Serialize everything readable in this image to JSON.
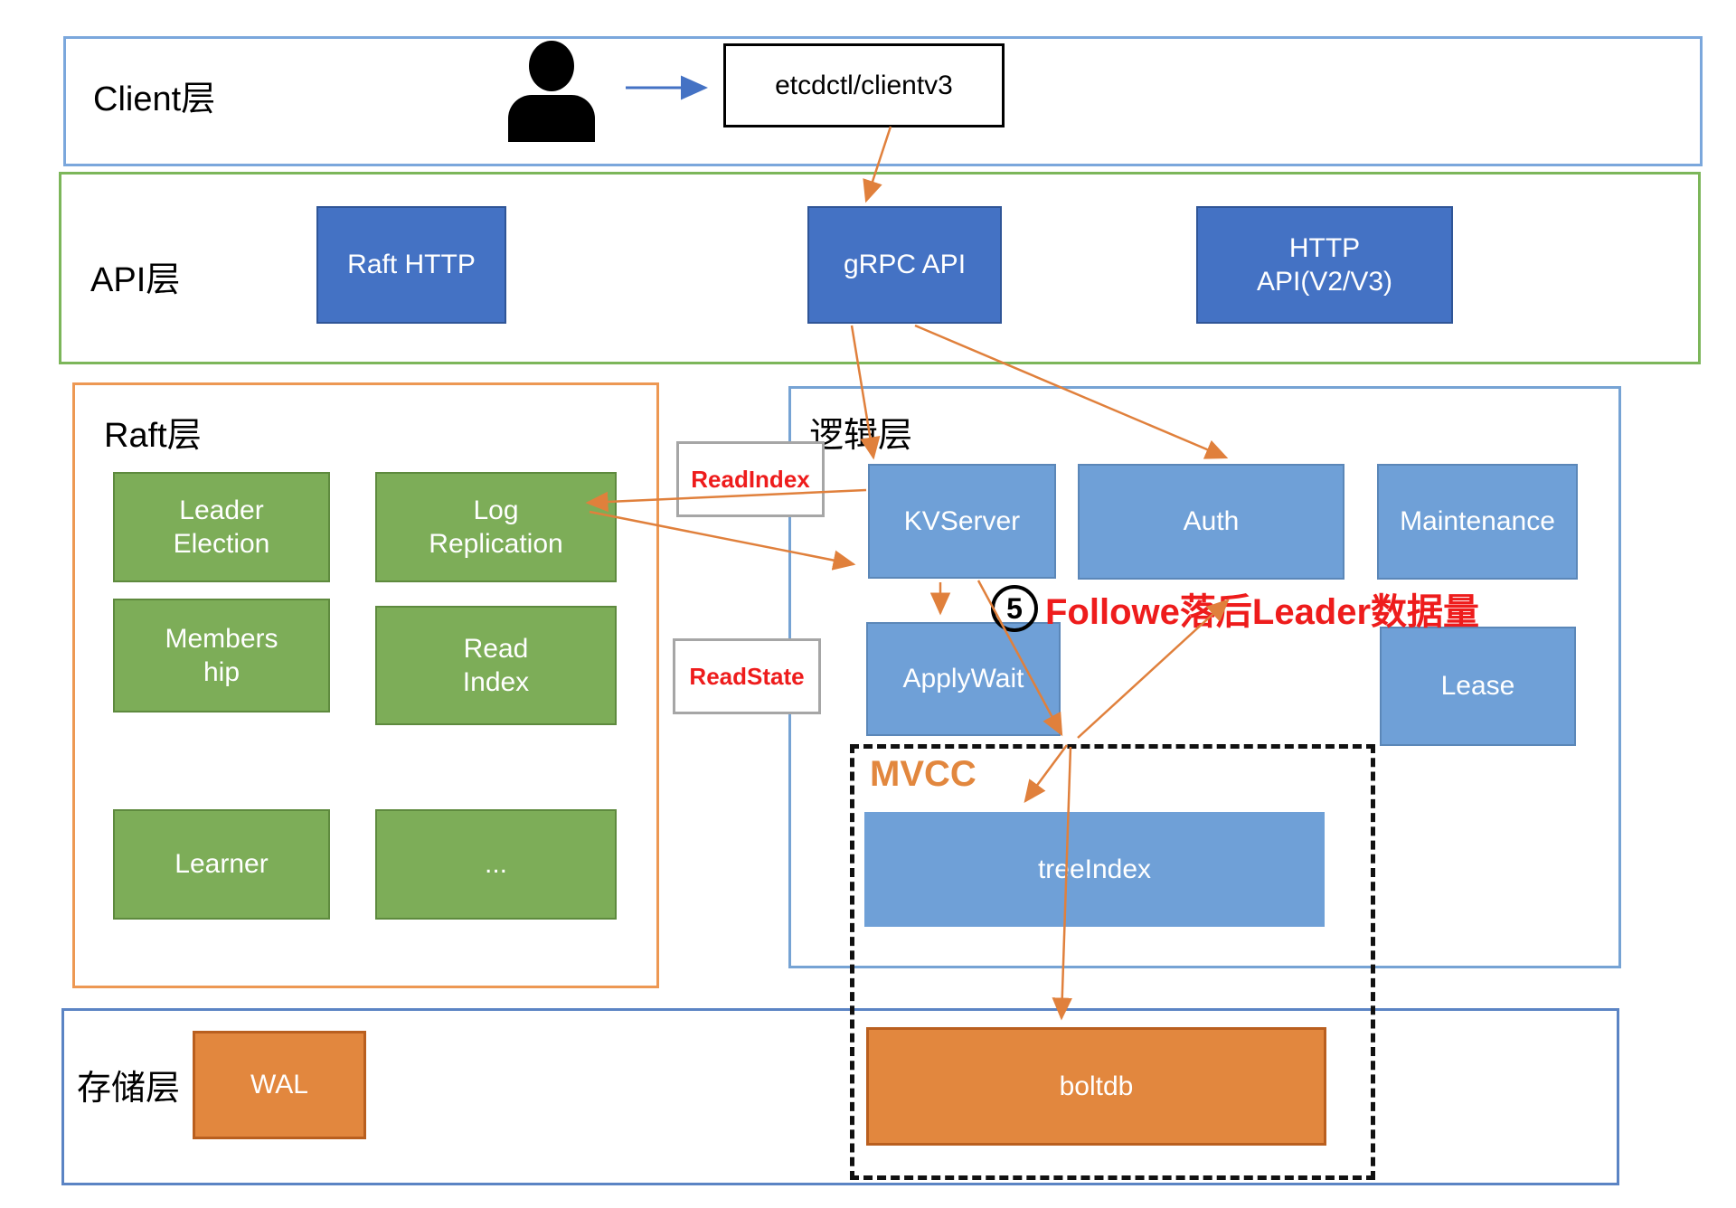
{
  "client": {
    "label": "Client层",
    "terminal": "etcdctl/clientv3"
  },
  "api": {
    "label": "API层",
    "raft_http": "Raft HTTP",
    "grpc": "gRPC API",
    "http": "HTTP\nAPI(V2/V3)"
  },
  "raft": {
    "label": "Raft层",
    "leader_election": "Leader\nElection",
    "log_replication": "Log\nReplication",
    "membership": "Members\nhip",
    "read_index": "Read\nIndex",
    "learner": "Learner",
    "more": "..."
  },
  "logic": {
    "label": "逻辑层",
    "kvserver": "KVServer",
    "auth": "Auth",
    "maintenance": "Maintenance",
    "applywait": "ApplyWait",
    "lease": "Lease",
    "mvcc_label": "MVCC",
    "treeindex": "treeIndex"
  },
  "storage": {
    "label": "存储层",
    "wal": "WAL",
    "boltdb": "boltdb"
  },
  "annotations": {
    "read_index": "ReadIndex",
    "read_state": "ReadState",
    "note_number": "5",
    "note_text": "Followe落后Leader数据量"
  },
  "colors": {
    "api_box": "#4472C4",
    "logic_box": "#6FA0D7",
    "raft_box": "#7DAD58",
    "storage_box": "#E2873E",
    "arrow_orange": "#E0803C",
    "arrow_blue": "#4472C4",
    "annotation_red": "#EE1C1C",
    "client_border": "#7BA7DC",
    "api_border": "#7CB65A",
    "raft_border": "#ED9853",
    "logic_border": "#76A3D4",
    "storage_border": "#5B84C4",
    "mvcc_dash": "#111111"
  }
}
